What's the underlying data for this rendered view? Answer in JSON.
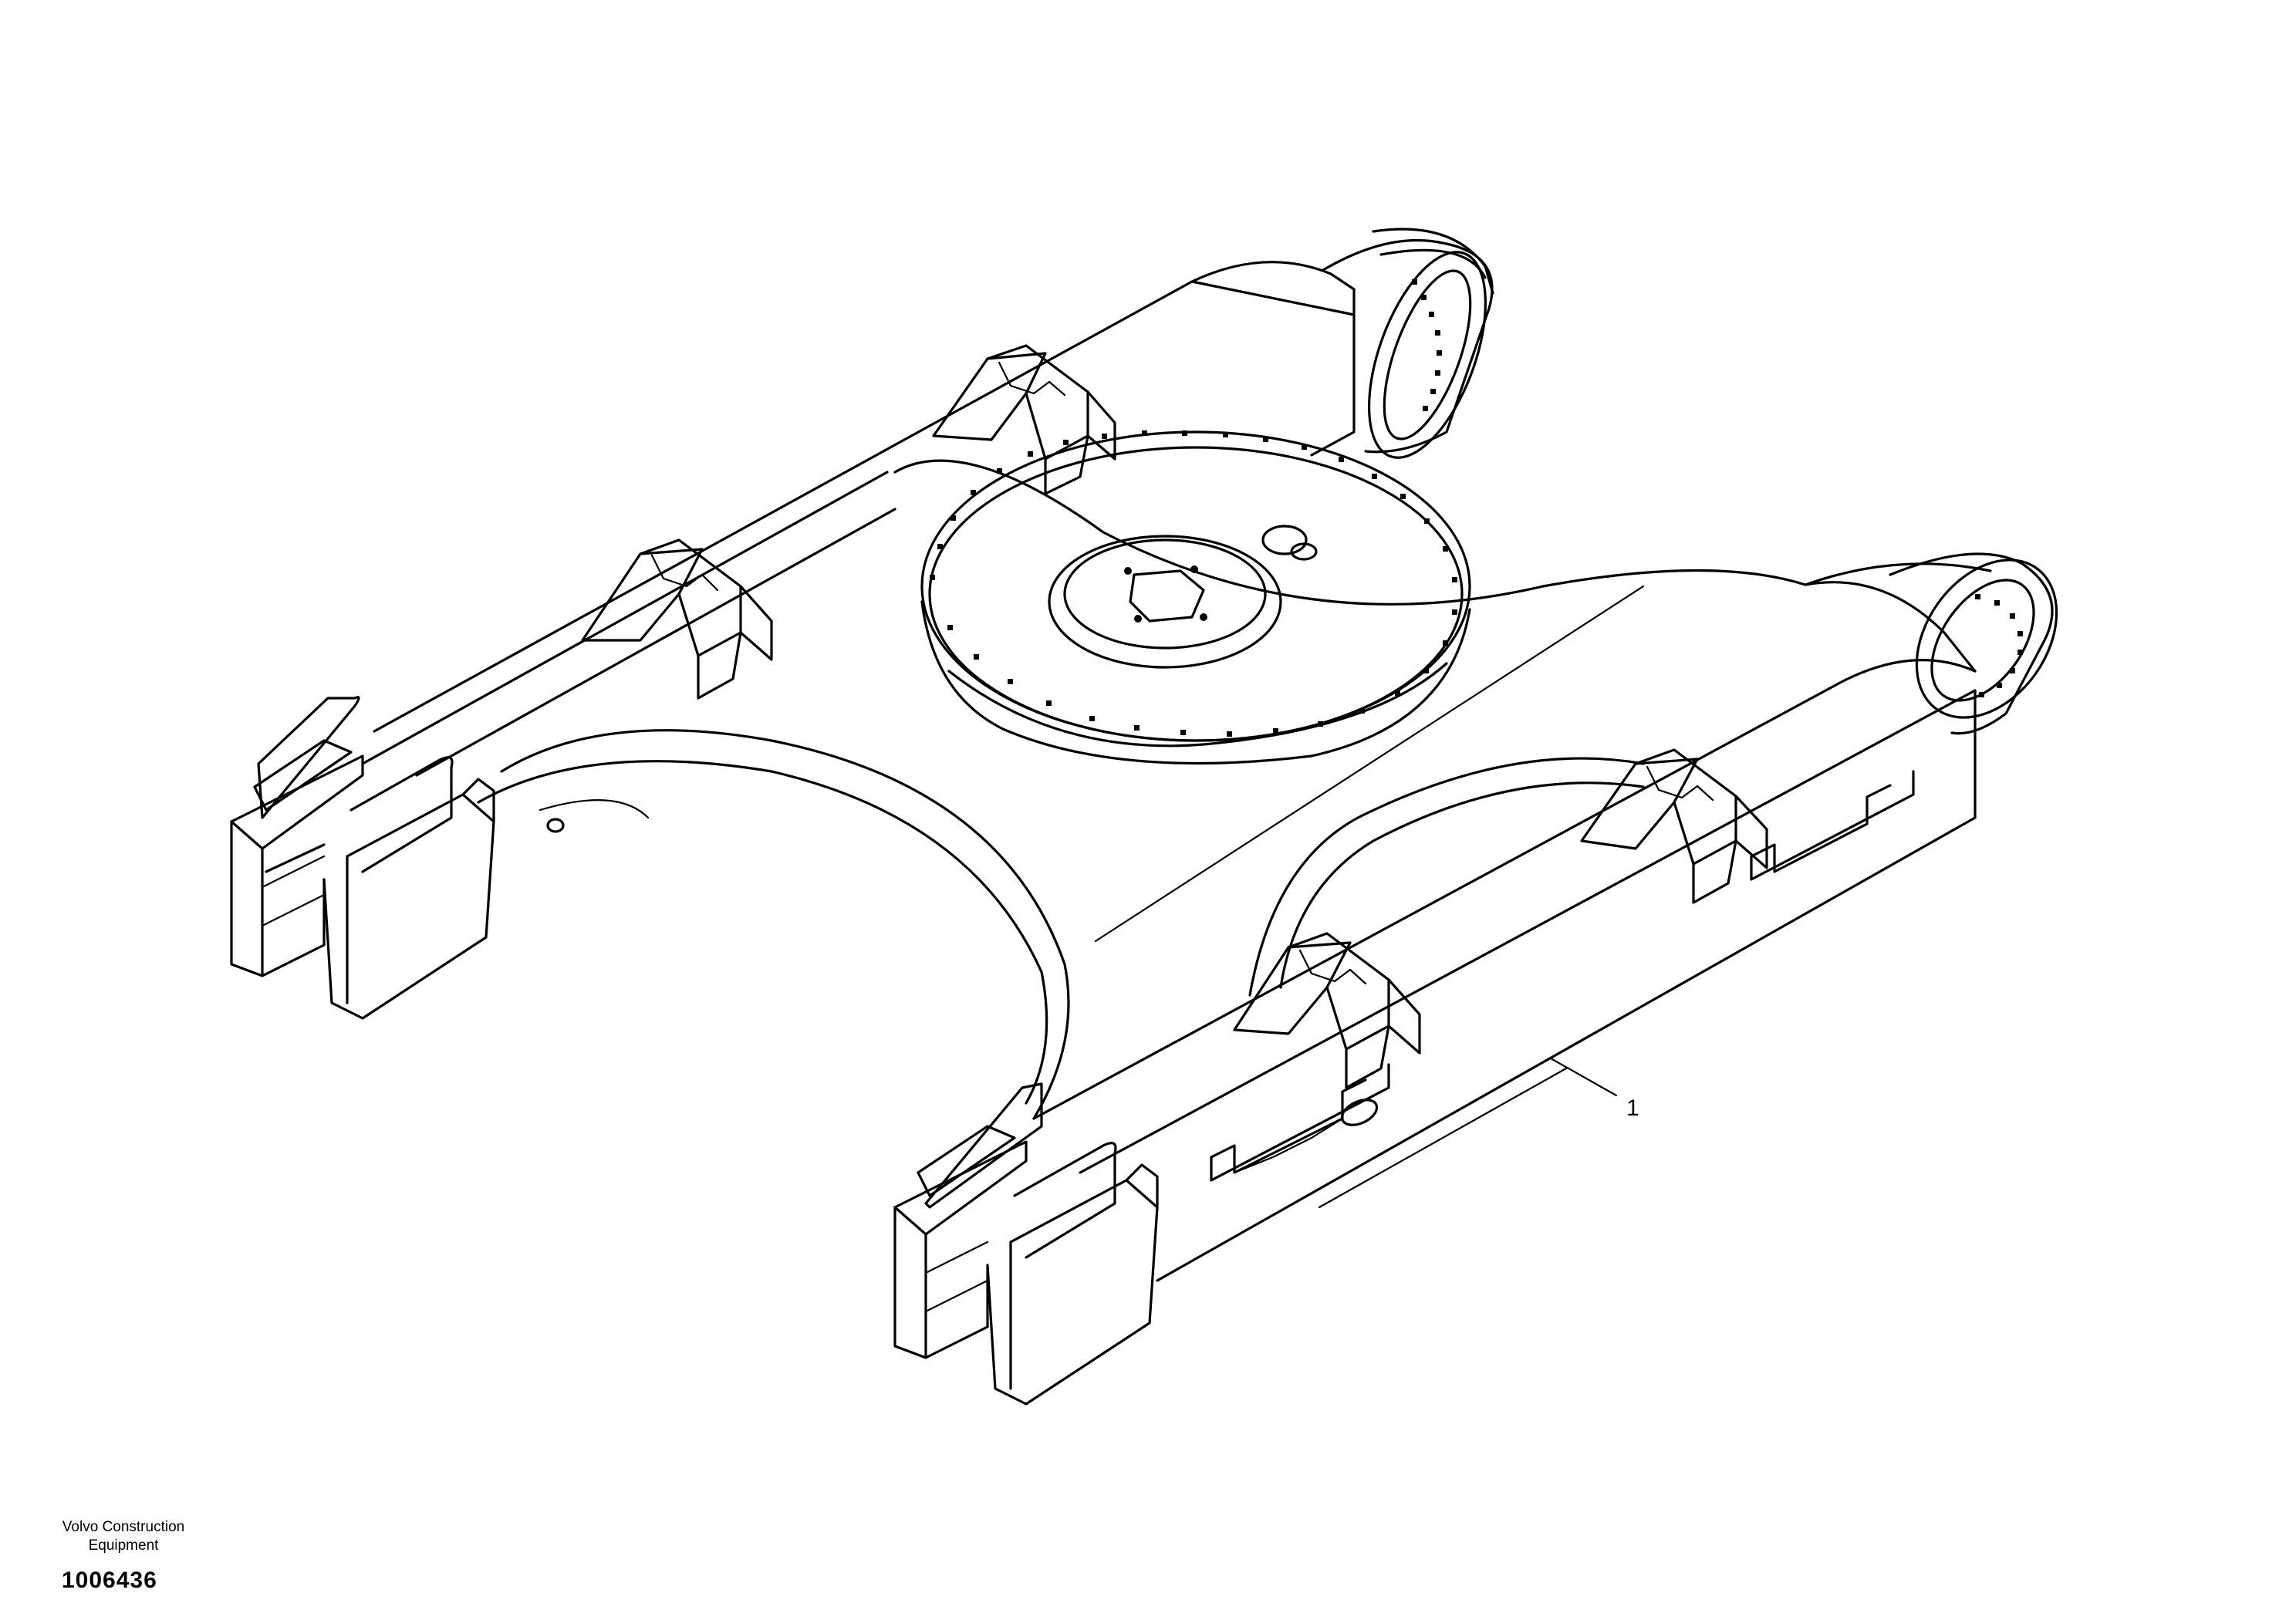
{
  "diagram": {
    "callouts": [
      {
        "label": "1"
      }
    ],
    "colors": {
      "line": "#000000",
      "background": "#ffffff"
    }
  },
  "footer": {
    "company_line1": "Volvo Construction",
    "company_line2": "Equipment",
    "drawing_number": "1006436"
  }
}
